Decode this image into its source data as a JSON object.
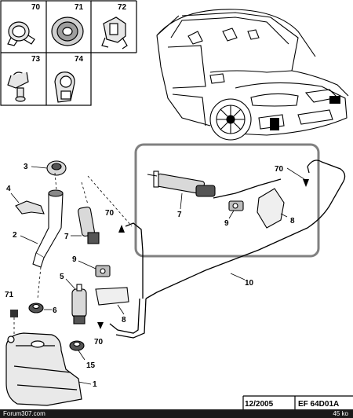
{
  "inset_grid": {
    "cells": [
      {
        "number": "70",
        "part": "hose-clamp"
      },
      {
        "number": "71",
        "part": "grommet"
      },
      {
        "number": "72",
        "part": "pipe-clip"
      },
      {
        "number": "73",
        "part": "pipe-clip"
      },
      {
        "number": "74",
        "part": "pipe-clip"
      }
    ]
  },
  "callouts": {
    "c1": "1",
    "c2": "2",
    "c3": "3",
    "c4": "4",
    "c5": "5",
    "c6": "6",
    "c7_left": "7",
    "c7_box": "7",
    "c8_left": "8",
    "c8_box": "8",
    "c9_left": "9",
    "c9_box": "9",
    "c10": "10",
    "c15": "15",
    "c70_upper": "70",
    "c70_lower": "70",
    "c70_box": "70",
    "c71": "71"
  },
  "footer": {
    "date": "12/2005",
    "code": "EF 64D01A",
    "site": "Forum307.com",
    "size": "45 ko"
  },
  "colors": {
    "line": "#000000",
    "highlight_box": "#808080",
    "footer_strip": "#1a1a1a"
  }
}
